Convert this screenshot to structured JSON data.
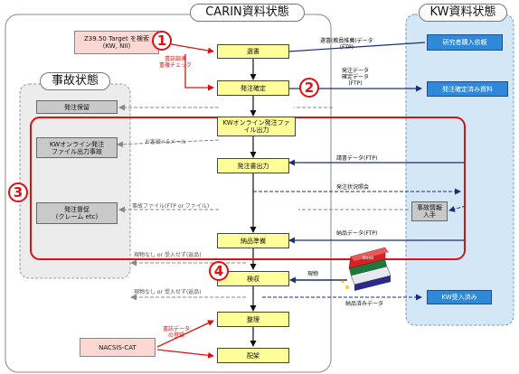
{
  "titles": {
    "carin": "CARIN資料状態",
    "kw": "KW資料状態",
    "jiko": "事故状態"
  },
  "boxes": {
    "z3950": "Z39.50 Target を検索\n(KW, NII)",
    "sentei": "選書",
    "kenkyusha": "研究者購入依頼",
    "hatchu_kakutei": "発注確定",
    "hatchu_kakutei_zumi": "発注確定済み資料",
    "hatchu_horyu": "発注保留",
    "kw_online": "KWオンライン発注ファ\nイル出力",
    "kw_online_jiko": "KWオンライン発注\nファイル出力事故",
    "hatchusho": "発注書出力",
    "hatchu_saisoku": "発注督促\n(クレーム etc)",
    "jiko_joho": "事故情報\n入手",
    "nohin_junbi": "納品準備",
    "kenshu": "検収",
    "kw_ukeire": "KW受入済み",
    "seiri": "整理",
    "nacsis": "NACSIS-CAT",
    "haika": "配架"
  },
  "labels": {
    "check": "書誌調達\n重複チェック",
    "sentei_data": "選書(教員推薦)データ\n(FTP)",
    "hatchu_data": "発注データ\n確定データ\n(FTP)",
    "okyakusama": "お客様へEメール",
    "seikyu_data": "請書データ(FTP)",
    "hatchu_jokyo": "発注状況照会",
    "jiko_file": "事故ファイル(FTP or ファイル)",
    "nohin_data": "納品データ(FTP)",
    "genbutsu_nashi_1": "現物なし or 受入せず(返品)",
    "genbutsu": "現物",
    "genbutsu_nashi_2": "現物なし or 受入せず(返品)",
    "nohin_zumi": "納品済みデータ",
    "shoshi_data": "書誌データ\nの登録"
  },
  "markers": [
    "1",
    "2",
    "3",
    "4"
  ],
  "colors": {
    "highlight": "#e01010",
    "process": "#ffff99",
    "kw_fill": "#2f88d8",
    "kw_panel": "#d4e7f6",
    "accident_panel": "#ececec"
  }
}
